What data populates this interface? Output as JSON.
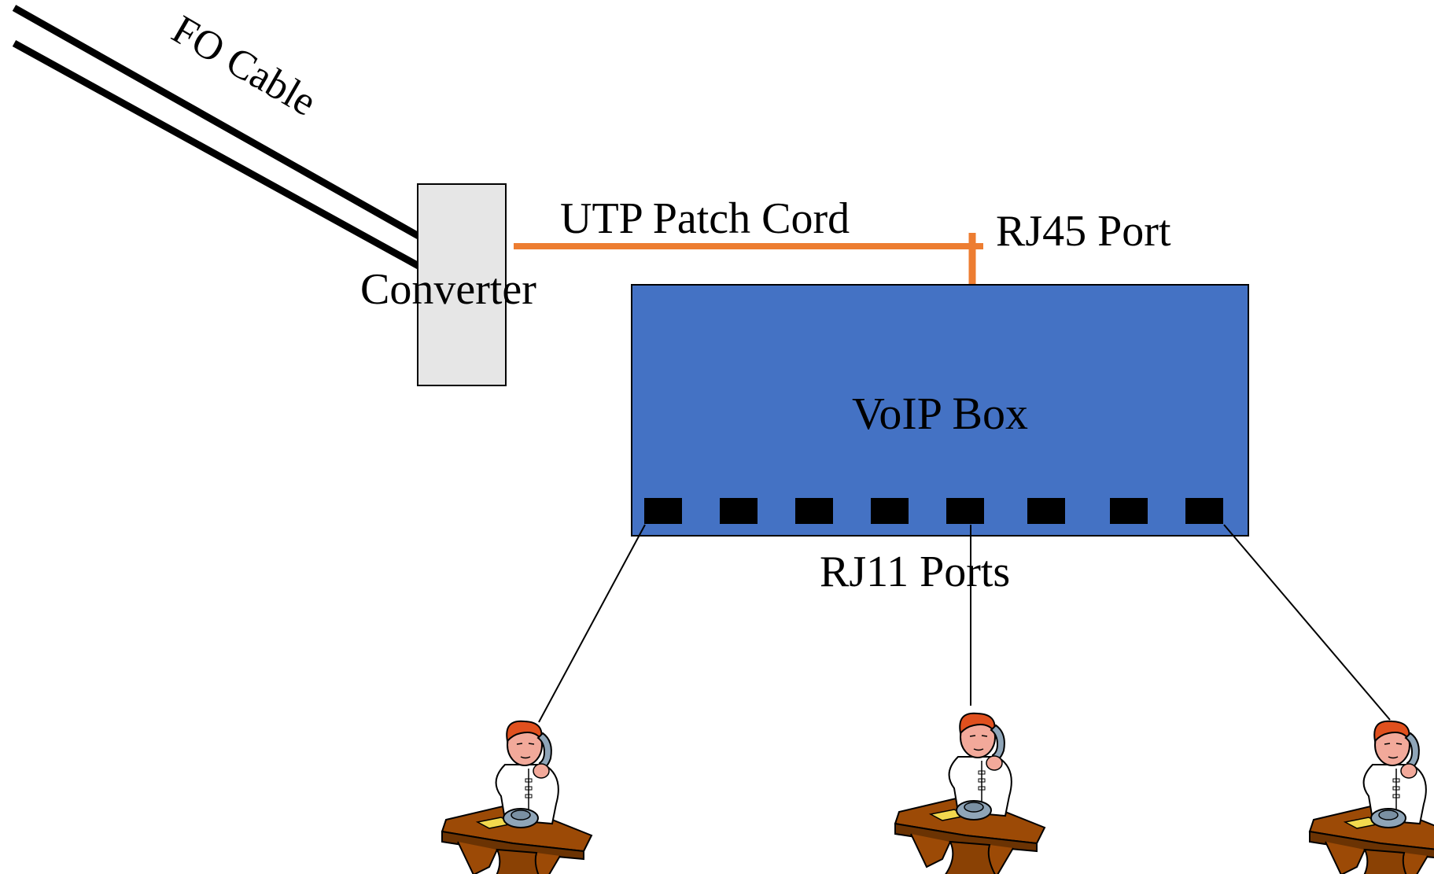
{
  "labels": {
    "fo_cable": "FO Cable",
    "utp_patch_cord": "UTP Patch Cord",
    "rj45_port": "RJ45 Port",
    "converter": "Converter",
    "voip_box": "VoIP Box",
    "rj11_ports": "RJ11 Ports"
  },
  "colors": {
    "fo_cable": "#000000",
    "patch_cord": "#ED7D31",
    "voip_box_fill": "#4472C4",
    "converter_fill": "#E6E6E6",
    "port": "#000000",
    "phone_wire": "#000000"
  },
  "rj11_port_count": 8,
  "connected_workstations": 3,
  "icons": [
    "person-on-phone-at-desk-icon"
  ]
}
